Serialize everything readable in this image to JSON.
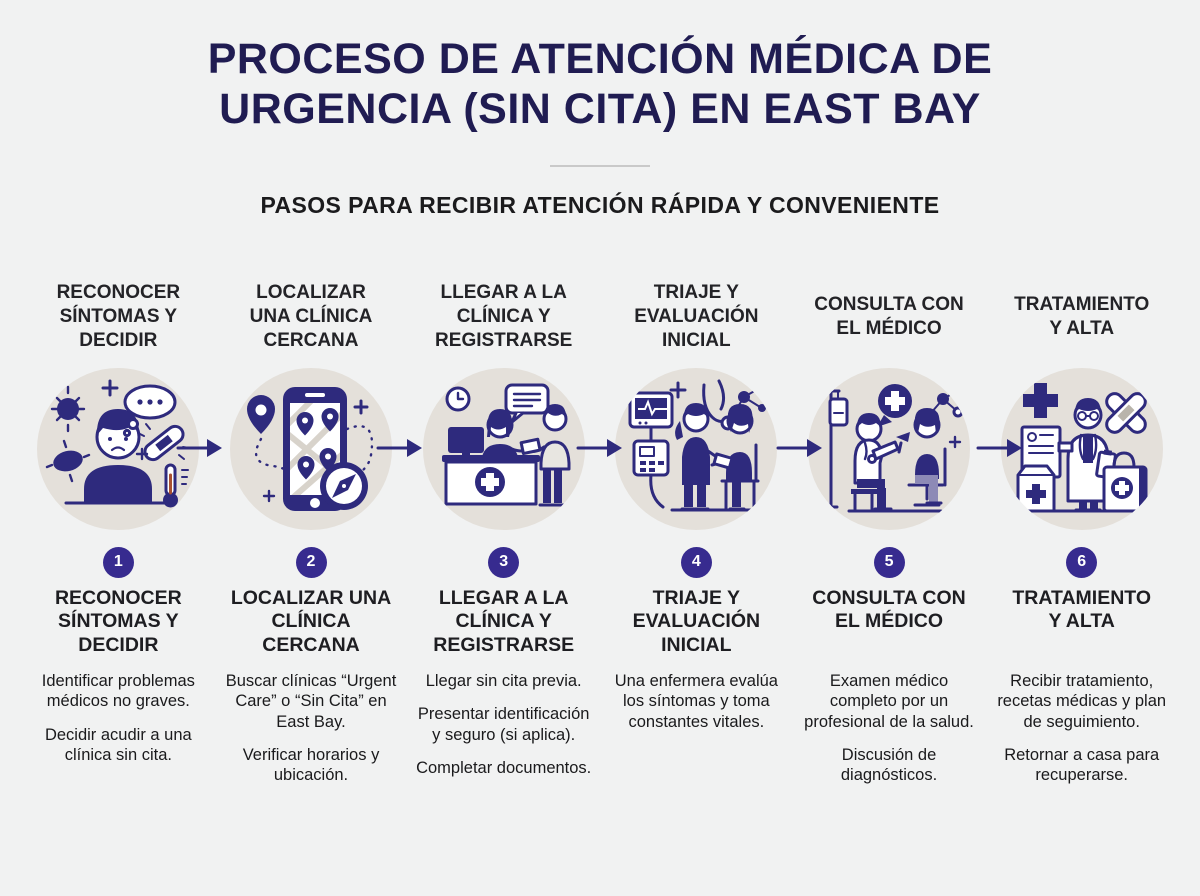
{
  "title": "PROCESO DE ATENCIÓN MÉDICA DE\nURGENCIA (SIN CITA) EN EAST BAY",
  "subtitle": "PASOS PARA RECIBIR ATENCIÓN RÁPIDA Y CONVENIENTE",
  "colors": {
    "background": "#f1f2f2",
    "title": "#201c52",
    "heading": "#232327",
    "body_text": "#1a1a1c",
    "badge": "#372b8f",
    "illustration_circle": "#e4e0da",
    "illustration_line": "#2e2a7d"
  },
  "icons": {
    "flow_arrow": "arrow-right-icon"
  },
  "steps": [
    {
      "number": "1",
      "top_heading": "RECONOCER\nSÍNTOMAS Y\nDECIDIR",
      "bottom_heading": "RECONOCER\nSÍNTOMAS Y\nDECIDIR",
      "illustration": "sick-person-illustration",
      "descriptions": [
        "Identificar problemas médicos no graves.",
        "Decidir acudir a una clínica sin cita."
      ]
    },
    {
      "number": "2",
      "top_heading": "LOCALIZAR\nUNA CLÍNICA\nCERCANA",
      "bottom_heading": "LOCALIZAR UNA\nCLÍNICA\nCERCANA",
      "illustration": "map-phone-illustration",
      "descriptions": [
        "Buscar clínicas “Urgent Care” o “Sin Cita” en East Bay.",
        "Verificar horarios y ubicación."
      ]
    },
    {
      "number": "3",
      "top_heading": "LLEGAR A LA\nCLÍNICA Y\nREGISTRARSE",
      "bottom_heading": "LLEGAR A LA\nCLÍNICA Y\nREGISTRARSE",
      "illustration": "reception-desk-illustration",
      "descriptions": [
        "Llegar sin cita previa.",
        "Presentar identificación y seguro (si aplica).",
        "Completar documentos."
      ]
    },
    {
      "number": "4",
      "top_heading": "TRIAJE Y\nEVALUACIÓN\nINICIAL",
      "bottom_heading": "TRIAJE Y\nEVALUACIÓN\nINICIAL",
      "illustration": "triage-vitals-illustration",
      "descriptions": [
        "Una enfermera evalúa los síntomas y toma constantes vitales."
      ]
    },
    {
      "number": "5",
      "top_heading": "CONSULTA CON\nEL MÉDICO",
      "bottom_heading": "CONSULTA CON\nEL MÉDICO",
      "illustration": "doctor-consult-illustration",
      "descriptions": [
        "Examen médico completo por un profesional de la salud.",
        "Discusión de diagnósticos."
      ]
    },
    {
      "number": "6",
      "top_heading": "TRATAMIENTO\nY ALTA",
      "bottom_heading": "TRATAMIENTO\nY ALTA",
      "illustration": "treatment-discharge-illustration",
      "descriptions": [
        "Recibir tratamiento, recetas médicas y plan de seguimiento.",
        "Retornar a casa para recuperarse."
      ]
    }
  ]
}
